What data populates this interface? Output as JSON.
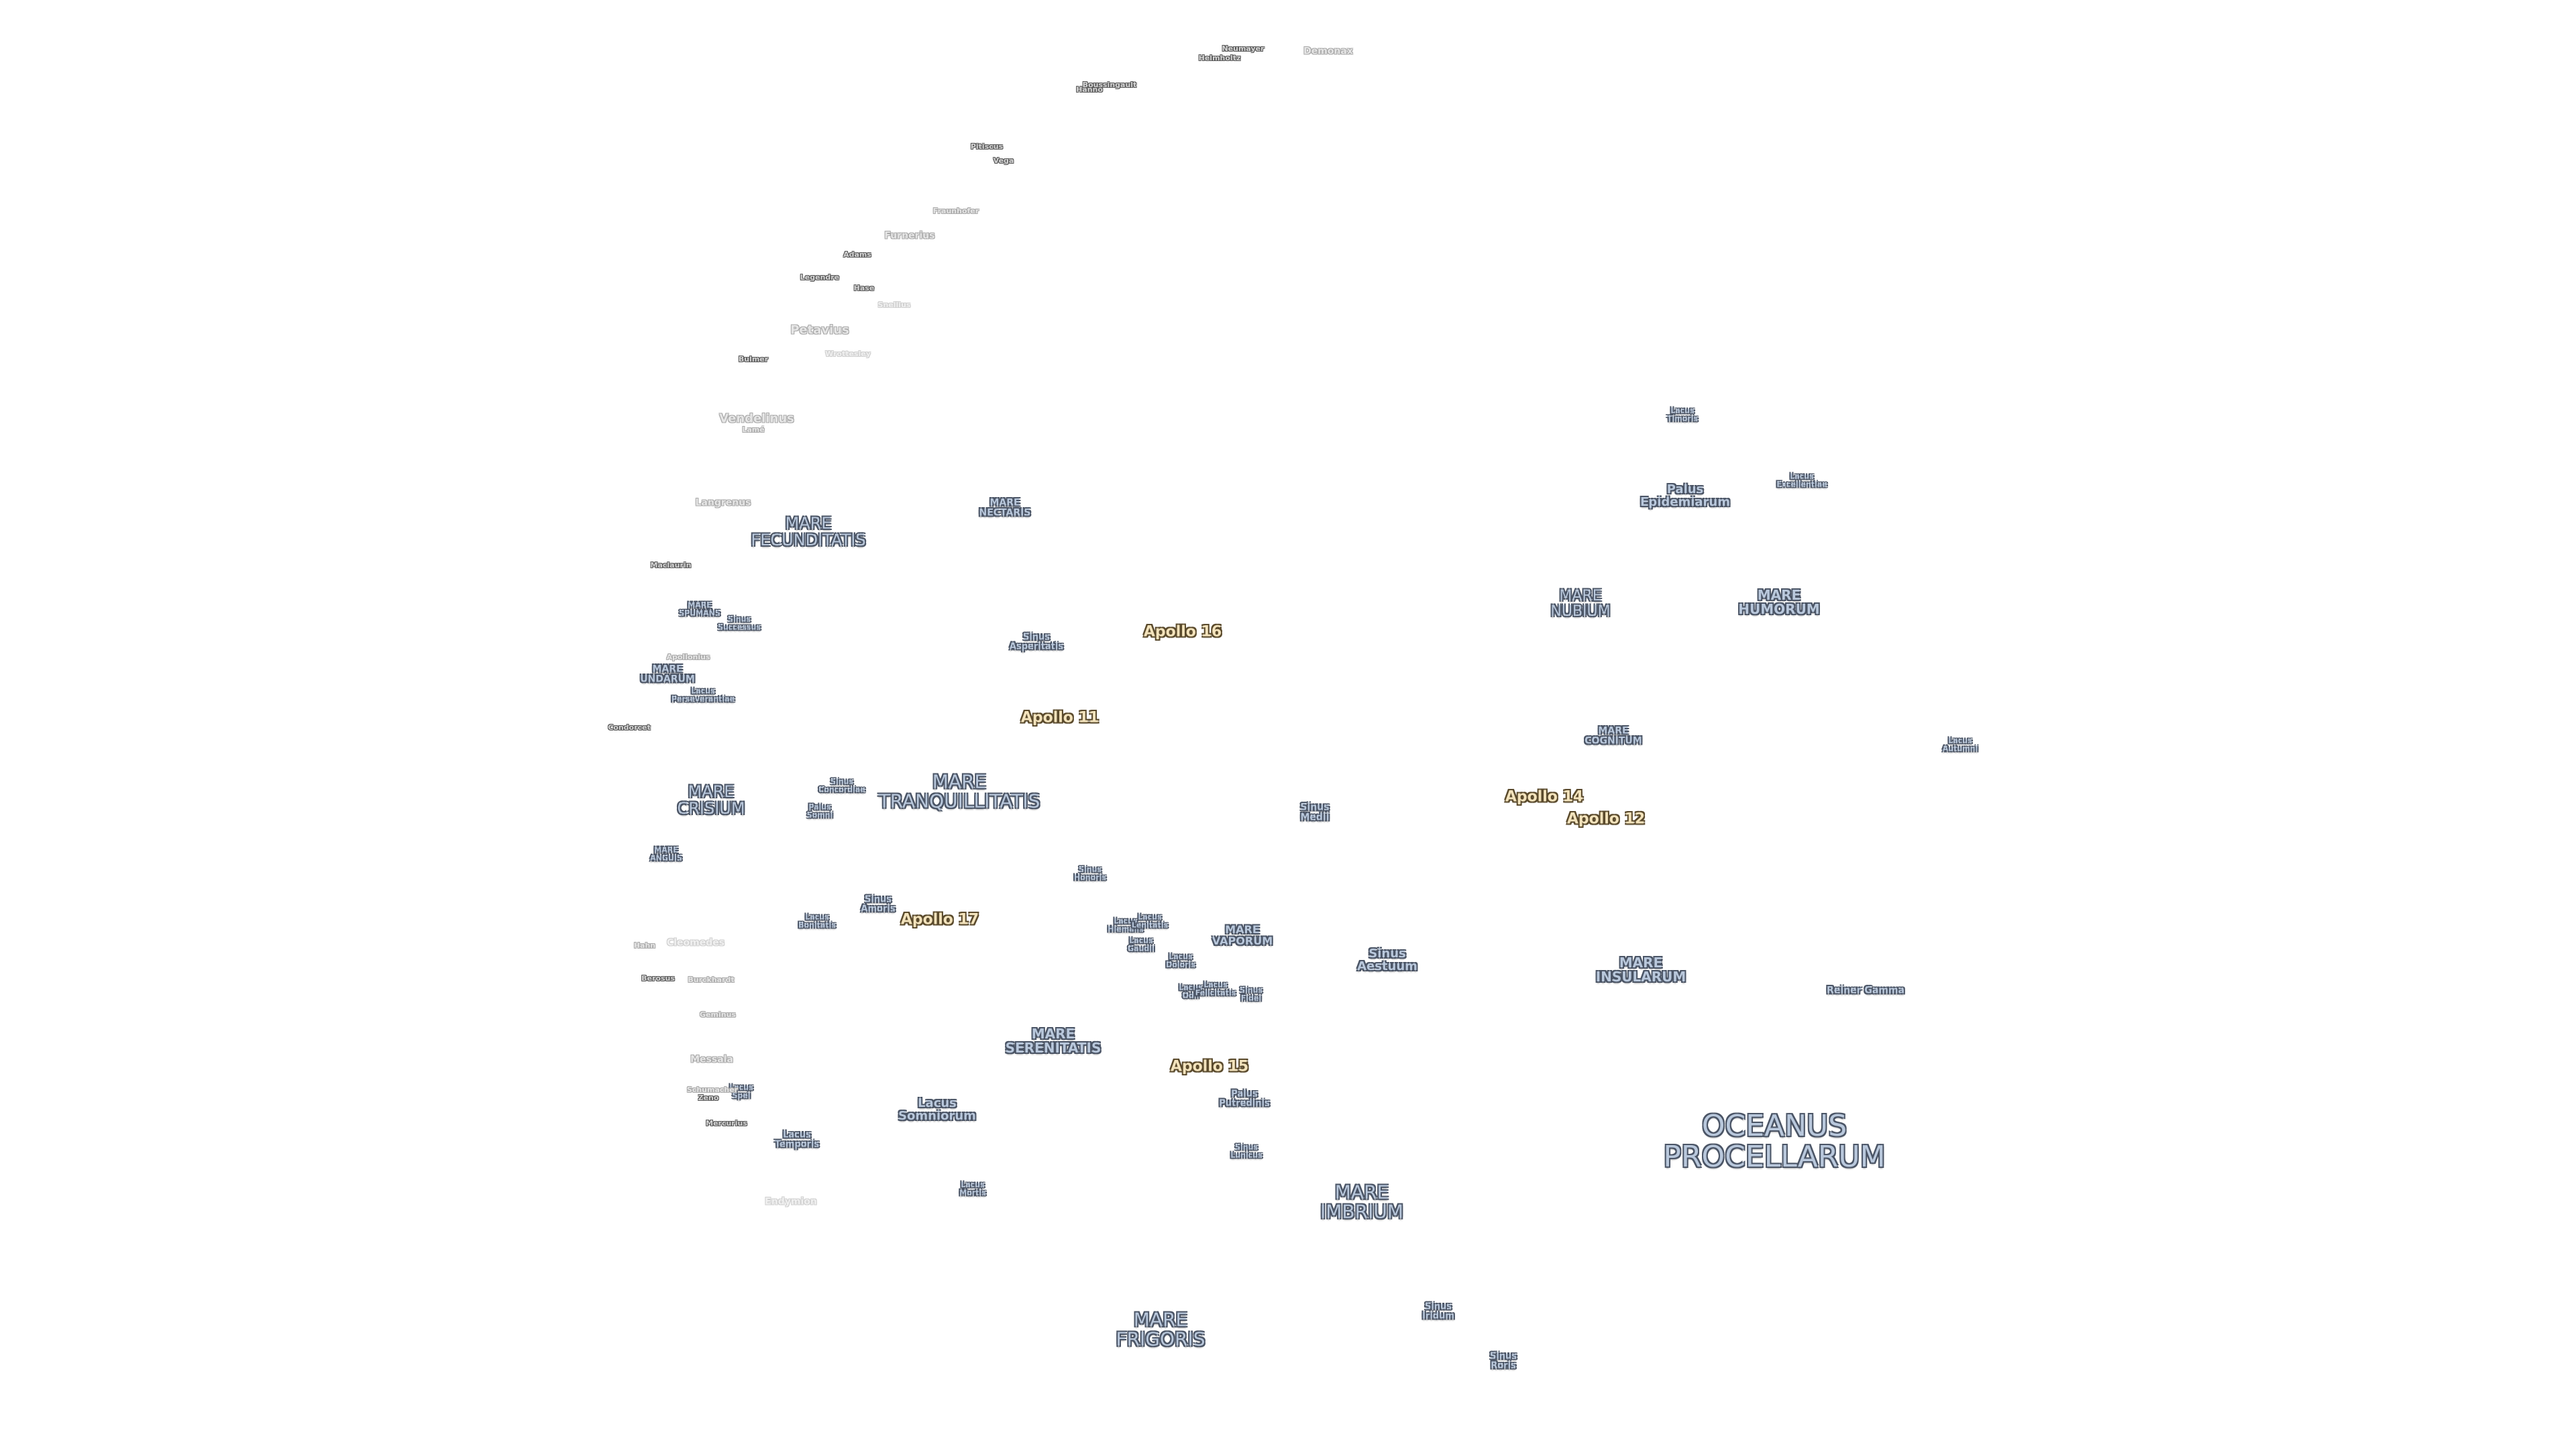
{
  "map": {
    "maria": {
      "oceanus_procellarum": "OCEANUS\nPROCELLARUM",
      "mare_frigoris": "MARE\nFRIGORIS",
      "mare_imbrium": "MARE\nIMBRIUM",
      "mare_serenitatis": "MARE\nSERENITATIS",
      "mare_tranquillitatis": "MARE\nTRANQUILLITATIS",
      "mare_fecunditatis": "MARE\nFECUNDITATIS",
      "mare_crisium": "MARE\nCRISIUM",
      "mare_nectaris": "MARE\nNECTARIS",
      "mare_nubium": "MARE\nNUBIUM",
      "mare_humorum": "MARE\nHUMORUM",
      "mare_cognitum": "MARE\nCOGNITUM",
      "mare_insularum": "MARE\nINSULARUM",
      "mare_vaporum": "MARE\nVAPORUM",
      "mare_spumans": "MARE\nSPUMANS",
      "mare_undarum": "MARE\nUNDARUM",
      "mare_anguis": "MARE\nANGUIS"
    },
    "minor_features": {
      "palus_epidemiarum": "Palus\nEpidemiarum",
      "lacus_timoris": "Lacus\nTimoris",
      "lacus_excellentiae": "Lacus\nExcellentiae",
      "lacus_autumni": "Lacus\nAutumni",
      "sinus_medii": "Sinus\nMedii",
      "sinus_aestuum": "Sinus\nAestuum",
      "sinus_asperitatis": "Sinus\nAsperitatis",
      "sinus_successus": "Sinus\nSuccessus",
      "sinus_concordiae": "Sinus\nConcordiae",
      "palus_somni": "Palus\nSomni",
      "sinus_amoris": "Sinus\nAmoris",
      "lacus_bonitatis": "Lacus\nBonitatis",
      "sinus_honoris": "Sinus\nHonoris",
      "lacus_hiemalis": "Lacus\nHiemalis",
      "lacus_lenitatis": "Lacus\nLenitatis",
      "lacus_gaudii": "Lacus\nGaudii",
      "lacus_doloris": "Lacus\nDoloris",
      "lacus_odii": "Lacus\nOdii",
      "lacus_felicitatis": "Lacus\nFelicitatis",
      "sinus_fidei": "Sinus\nFidei",
      "palus_putredinis": "Palus\nPutredinis",
      "sinus_lunicus": "Sinus\nLunicus",
      "lacus_somniorum": "Lacus\nSomniorum",
      "lacus_temporis": "Lacus\nTemporis",
      "lacus_mortis": "Lacus\nMortis",
      "lacus_spei": "Lacus\nSpei",
      "lacus_perseverantiae": "Lacus\nPerseverantiae",
      "sinus_iridum": "Sinus\nIridum",
      "sinus_roris": "Sinus\nRoris",
      "reiner_gamma": "Reiner Gamma"
    },
    "craters": {
      "neumayer": "Neumayer",
      "helmholtz": "Helmholtz",
      "demonax": "Demonax",
      "boussingault": "Boussingault",
      "hanno": "Hanno",
      "pitiscus": "Pitiscus",
      "vega": "Vega",
      "fraunhofer": "Fraunhofer",
      "furnerius": "Furnerius",
      "adams": "Adams",
      "legendre": "Legendre",
      "hase": "Hase",
      "snellius": "Snellius",
      "petavius": "Petavius",
      "bulmer": "Bulmer",
      "wrottesley": "Wrottesley",
      "vendelinus": "Vendelinus",
      "lame": "Lamé",
      "langrenus": "Langrenus",
      "maclaurin": "Maclaurin",
      "apollonius": "Apollonius",
      "condorcet": "Condorcet",
      "hahn": "Hahn",
      "cleomedes": "Cleomedes",
      "berosus": "Berosus",
      "burckhardt": "Burckhardt",
      "geminus": "Geminus",
      "messala": "Messala",
      "schumacher": "Schumacher",
      "zeno": "Zeno",
      "mercurius": "Mercurius",
      "endymion": "Endymion"
    },
    "apollo_sites": {
      "apollo_11": "Apollo 11",
      "apollo_12": "Apollo 12",
      "apollo_14": "Apollo 14",
      "apollo_15": "Apollo 15",
      "apollo_16": "Apollo 16",
      "apollo_17": "Apollo 17"
    }
  }
}
